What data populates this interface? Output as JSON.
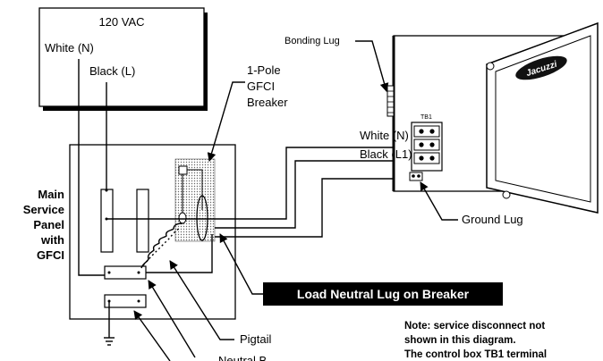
{
  "source": {
    "voltage": "120 VAC",
    "white_label": "White (N)",
    "black_label": "Black (L)"
  },
  "breaker": {
    "label_line1": "1-Pole",
    "label_line2": "GFCI",
    "label_line3": "Breaker"
  },
  "panel": {
    "label_line1": "Main",
    "label_line2": "Service",
    "label_line3": "Panel",
    "label_line4": "with",
    "label_line5": "GFCI"
  },
  "control_box": {
    "bonding_lug": "Bonding Lug",
    "tb1": "TB1",
    "white_label": "White (N)",
    "black_label": "Black (L1)",
    "ground_lug": "Ground Lug",
    "brand": "Jacuzzi"
  },
  "callouts": {
    "load_neutral": "Load Neutral Lug on Breaker",
    "pigtail": "Pigtail",
    "neutral_bar": "Neutral B"
  },
  "note": {
    "line1": "Note: service disconnect not",
    "line2": "shown in this diagram.",
    "line3": "The control box TB1 terminal"
  }
}
